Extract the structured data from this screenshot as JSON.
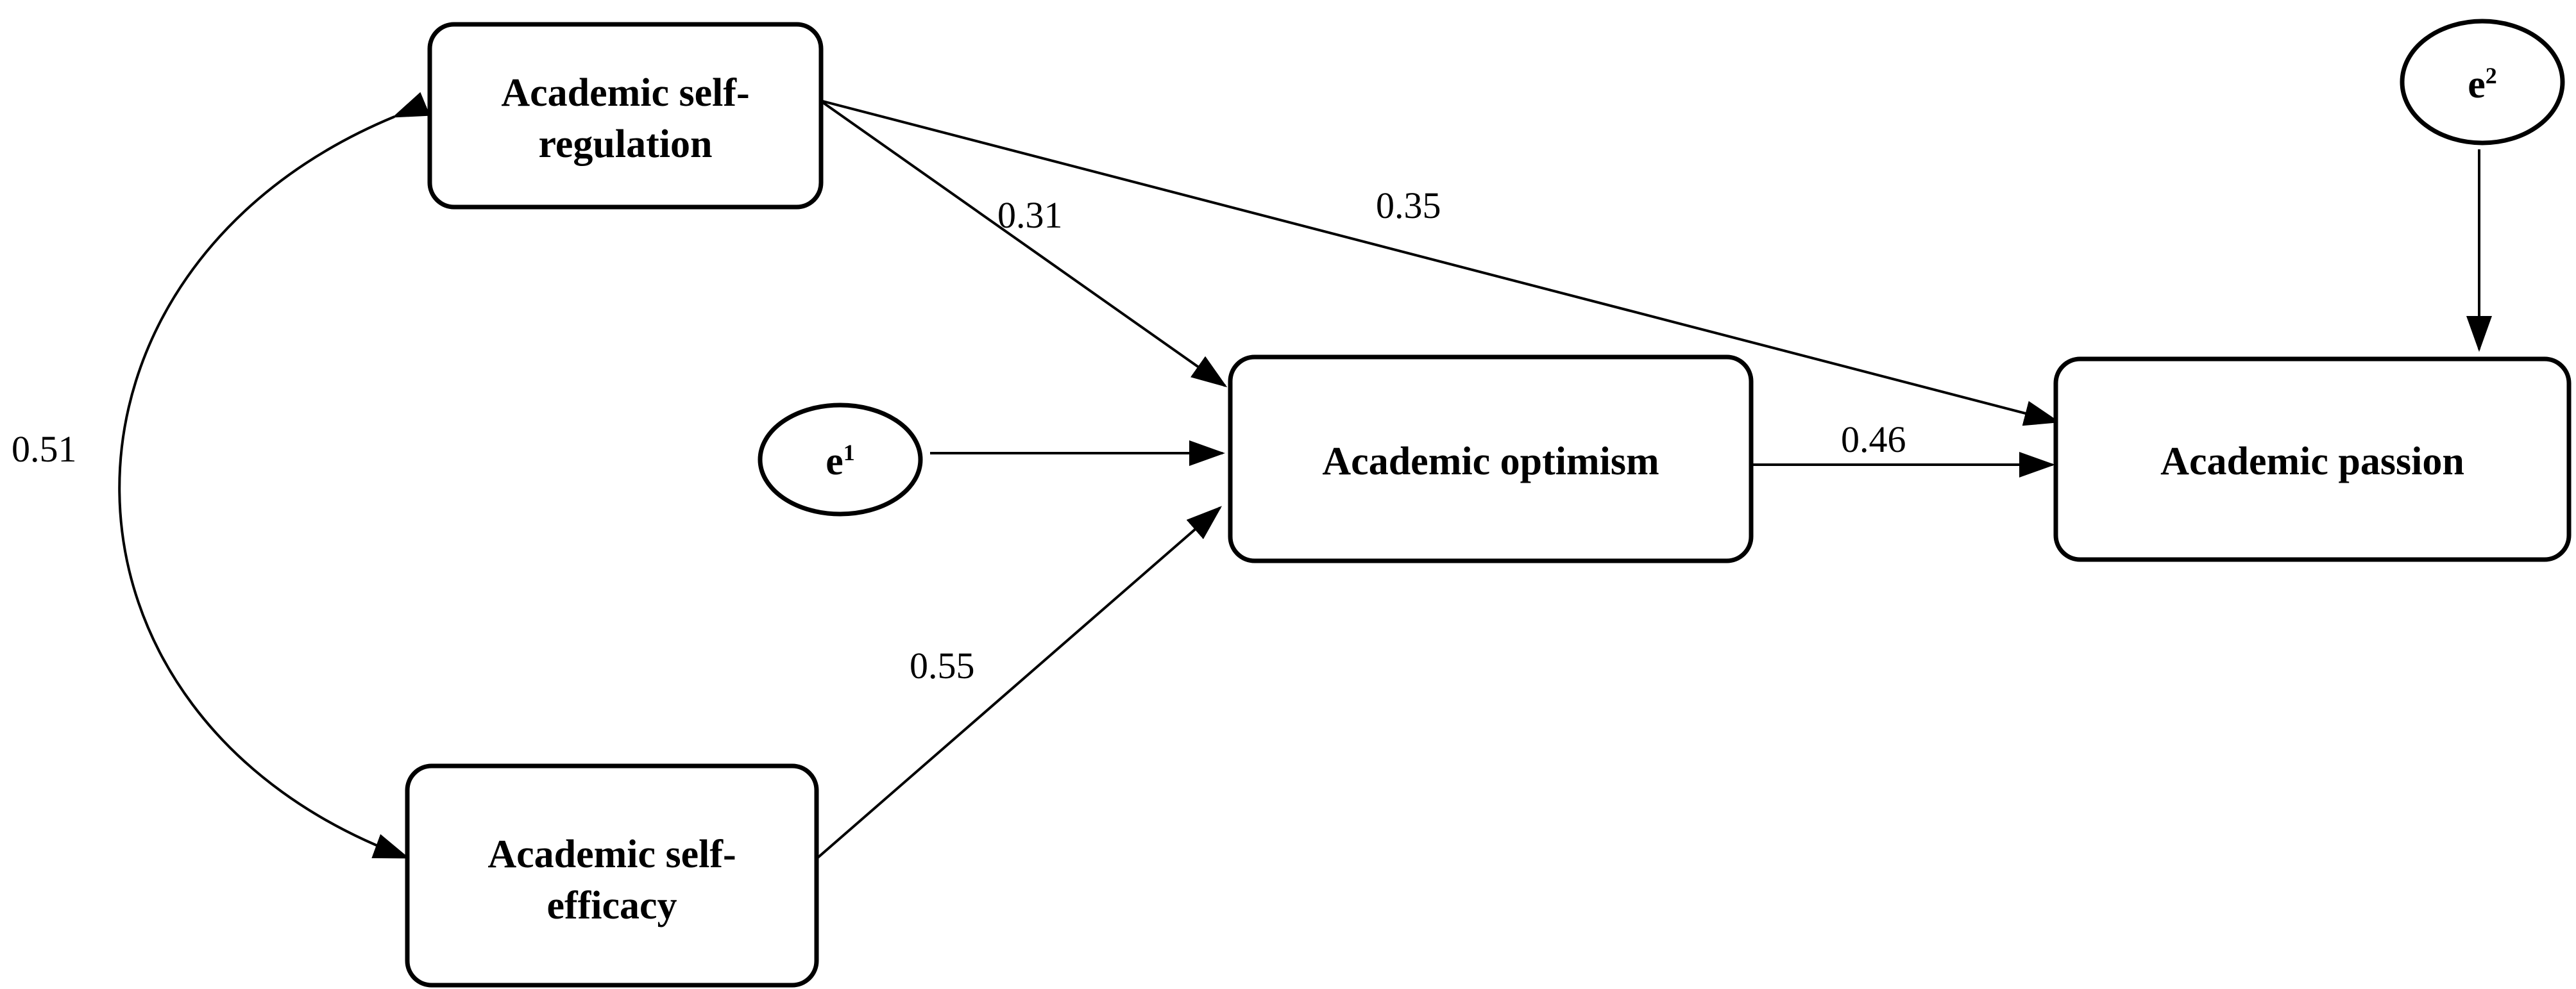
{
  "diagram": {
    "nodes": {
      "self_regulation": {
        "line1": "Academic self-",
        "line2": "regulation"
      },
      "self_efficacy": {
        "line1": "Academic self-",
        "line2": "efficacy"
      },
      "optimism": {
        "label": "Academic optimism"
      },
      "passion": {
        "label": "Academic passion"
      },
      "e1": {
        "base": "e",
        "sup": "1"
      },
      "e2": {
        "base": "e",
        "sup": "2"
      }
    },
    "coefficients": {
      "covariance_regulation_efficacy": "0.51",
      "regulation_to_optimism": "0.31",
      "regulation_to_passion": "0.35",
      "efficacy_to_optimism": "0.55",
      "optimism_to_passion": "0.46"
    },
    "colors": {
      "stroke": "#000000",
      "background": "#ffffff"
    }
  }
}
